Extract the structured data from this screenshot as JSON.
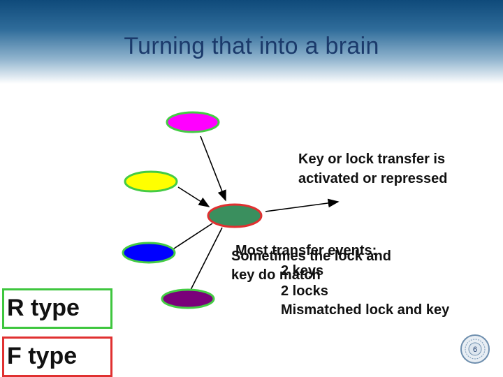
{
  "slide": {
    "title": "Turning that into a brain"
  },
  "annotation": {
    "line1": "Key or lock transfer is",
    "line2": "activated or repressed"
  },
  "overlapping_text": {
    "most_transfer": "Most transfer events:",
    "sometimes_line1": "Sometimes the lock and",
    "sometimes_line2": "key do match",
    "list": [
      "2 keys",
      "2 locks",
      "Mismatched lock and key"
    ]
  },
  "legend": {
    "r_type": "R type",
    "f_type": "F type",
    "r_color": "#3ec63e",
    "f_color": "#e03030"
  },
  "footer": {
    "page_number": "6"
  },
  "colors": {
    "node_magenta": "#ff00ff",
    "node_yellow": "#ffff00",
    "node_blue": "#0000ff",
    "node_purple": "#7a007a",
    "node_center": "#3a8f5e",
    "node_outline": "#44cc44",
    "center_outline": "#e03030",
    "title_color": "#1b3a6b"
  }
}
